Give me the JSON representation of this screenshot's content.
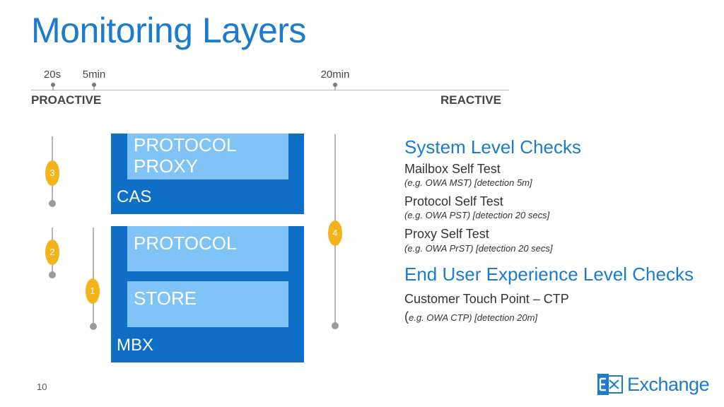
{
  "slide": {
    "title": "Monitoring Layers",
    "page_number": "10"
  },
  "timeline": {
    "ticks": [
      "20s",
      "5min",
      "20min"
    ],
    "start_label": "PROACTIVE",
    "end_label": "REACTIVE"
  },
  "layers": {
    "cas": {
      "label": "CAS",
      "inner": "PROTOCOL\nPROXY"
    },
    "mbx": {
      "label": "MBX",
      "inner_top": "PROTOCOL",
      "inner_bottom": "STORE"
    }
  },
  "badges": [
    "1",
    "2",
    "3",
    "4"
  ],
  "checks": {
    "system_heading": "System Level Checks",
    "items": [
      {
        "name": "Mailbox Self Test",
        "note": "(e.g. OWA MST) [detection 5m]"
      },
      {
        "name": "Protocol Self Test",
        "note": "(e.g. OWA PST) [detection 20 secs]"
      },
      {
        "name": "Proxy Self Test",
        "note": "(e.g. OWA PrST) [detection 20 secs]"
      }
    ],
    "end_user_heading": "End User Experience Level Checks",
    "ctp": {
      "name": "Customer Touch Point – CTP",
      "note_prefix": "(",
      "note": "e.g. OWA CTP) [detection 20m]"
    }
  },
  "logo": {
    "text": "Exchange",
    "color": "#1b7bd0"
  },
  "colors": {
    "accent": "#1b7bd0",
    "layer": "#0f6fc6",
    "inner": "#7fc3f7",
    "badge": "#f5b31b"
  }
}
